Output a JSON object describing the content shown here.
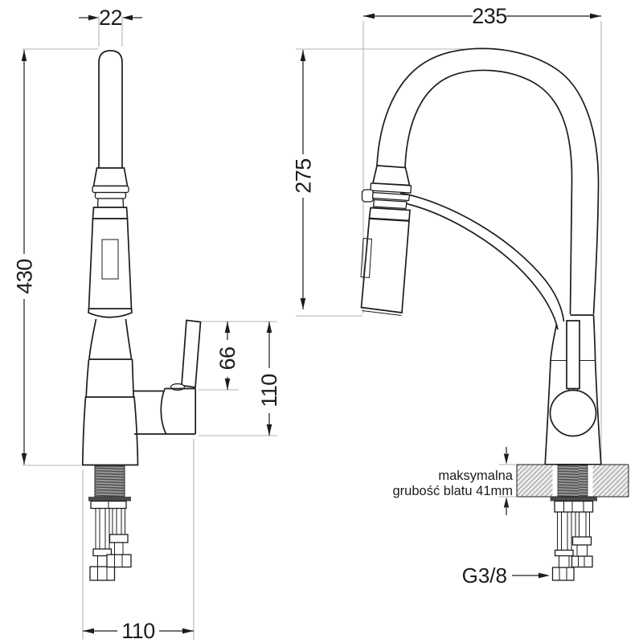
{
  "drawing": {
    "dimensions": {
      "spout_tube_width": "22",
      "overall_height": "430",
      "spout_reach": "235",
      "spout_drop": "275",
      "handle_offset": "66",
      "handle_height": "110",
      "body_depth": "110"
    },
    "annotations": {
      "countertop_line1": "maksymalna",
      "countertop_line2": "grubość blatu 41mm",
      "thread": "G3/8"
    },
    "colors": {
      "outline": "#1c1c1c",
      "extension_line": "#b3b3b3",
      "countertop_hatch": "#9b9b9b",
      "thread_fill": "#8a8a8a"
    }
  }
}
